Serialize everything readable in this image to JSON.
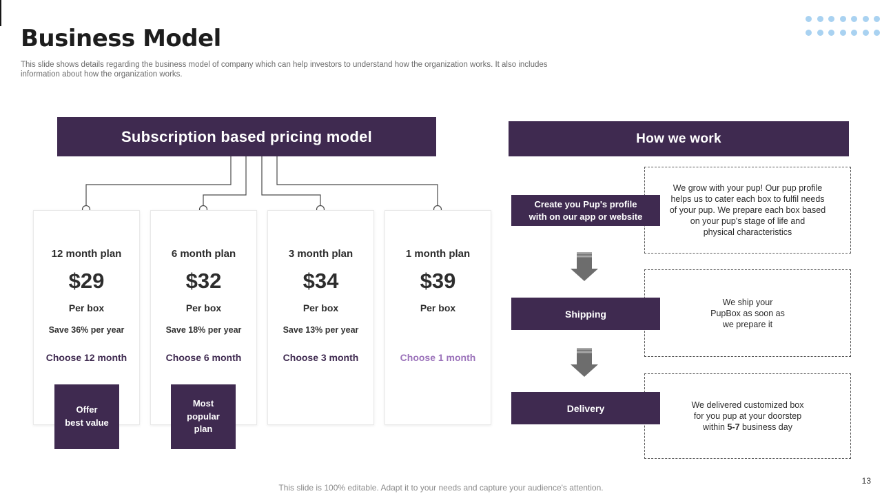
{
  "slide": {
    "title": "Business Model",
    "subtitle": "This slide shows details regarding the business model of company which can help investors to understand how the organization works. It also includes\ninformation about how the organization works.",
    "footer": "This slide is 100% editable. Adapt it to your needs and capture your audience's attention.",
    "page_number": "13"
  },
  "pricing": {
    "header": "Subscription based pricing model",
    "plans": [
      {
        "name": "12 month plan",
        "price": "$29",
        "per": "Per box",
        "save": "Save 36% per year",
        "choose": "Choose 12 month",
        "badge": "Offer\nbest value"
      },
      {
        "name": "6 month plan",
        "price": "$32",
        "per": "Per box",
        "save": "Save 18% per year",
        "choose": "Choose 6 month",
        "badge": "Most\npopular\nplan"
      },
      {
        "name": "3 month plan",
        "price": "$34",
        "per": "Per box",
        "save": "Save 13% per year",
        "choose": "Choose 3 month"
      },
      {
        "name": "1 month plan",
        "price": "$39",
        "per": "Per box",
        "choose": "Choose 1 month"
      }
    ]
  },
  "how_we_work": {
    "header": "How we work",
    "steps": [
      {
        "label": "Create you Pup's profile\nwith on our app or website",
        "description": "We grow with your pup! Our pup profile\nhelps us to cater each box to fulfil needs\nof your pup. We prepare each box based\non your pup's stage of life and\nphysical characteristics"
      },
      {
        "label": "Shipping",
        "description": "We ship your\nPupBox as soon as\nwe prepare it"
      },
      {
        "label": "Delivery",
        "desc_prefix": "We delivered customized box\nfor you pup at your doorstep\nwithin ",
        "desc_bold": "5-7",
        "desc_suffix": " business day"
      }
    ]
  },
  "colors": {
    "purple": "#3f2a50",
    "choose_light": "#9b72ba",
    "dot_blue": "#a9d2f1",
    "arrow_gray": "#6d6d6d",
    "line_gray": "#4a4a4a"
  }
}
